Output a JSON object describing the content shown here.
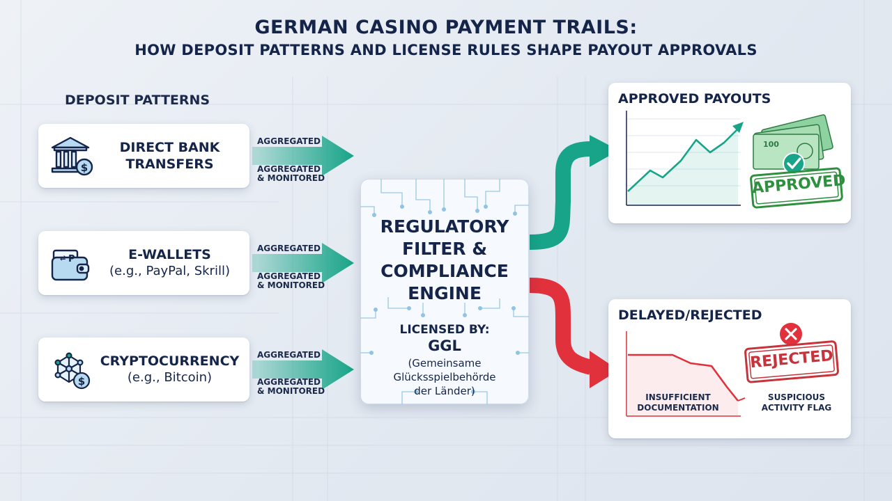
{
  "header": {
    "title": "GERMAN CASINO PAYMENT TRAILS:",
    "subtitle": "HOW DEPOSIT PATTERNS AND LICENSE RULES SHAPE PAYOUT APPROVALS"
  },
  "deposits": {
    "heading": "DEPOSIT PATTERNS",
    "items": [
      {
        "line1": "DIRECT BANK",
        "line2": "TRANSFERS",
        "label_top": "AGGREGATED",
        "label_bottom_1": "AGGREGATED",
        "label_bottom_2": "& MONITORED",
        "icon": "bank-dollar-icon"
      },
      {
        "line1": "E-WALLETS",
        "line2": "(e.g., PayPal, Skrill)",
        "label_top": "AGGREGATED",
        "label_bottom_1": "AGGREGATED",
        "label_bottom_2": "& MONITORED",
        "icon": "wallet-icon"
      },
      {
        "line1": "CRYPTOCURRENCY",
        "line2": "(e.g., Bitcoin)",
        "label_top": "AGGREGATED",
        "label_bottom_1": "AGGREGATED",
        "label_bottom_2": "& MONITORED",
        "icon": "crypto-network-icon"
      }
    ]
  },
  "engine": {
    "title_lines": [
      "REGULATORY",
      "FILTER &",
      "COMPLIANCE",
      "ENGINE"
    ],
    "licensed_by": "LICENSED BY:",
    "authority": "GGL",
    "authority_full_lines": [
      "(Gemeinsame",
      "Glücksspielbehörde",
      "der Länder)"
    ]
  },
  "outcomes": {
    "approved": {
      "title": "APPROVED PAYOUTS",
      "stamp": "APPROVED",
      "icons": [
        "rising-line-chart-icon",
        "euro-banknotes-icon",
        "checkmark-icon"
      ]
    },
    "rejected": {
      "title": "DELAYED/REJECTED",
      "stamp": "REJECTED",
      "caption_left_lines": [
        "INSUFFICIENT",
        "DOCUMENTATION"
      ],
      "caption_right_lines": [
        "SUSPICIOUS",
        "ACTIVITY FLAG"
      ],
      "icons": [
        "falling-line-chart-icon",
        "x-circle-icon"
      ]
    }
  },
  "colors": {
    "accent_green": "#17a488",
    "alert_red": "#e0313c",
    "navy": "#15254a",
    "stamp_green": "#2e8f3f",
    "stamp_red": "#c8323a"
  }
}
